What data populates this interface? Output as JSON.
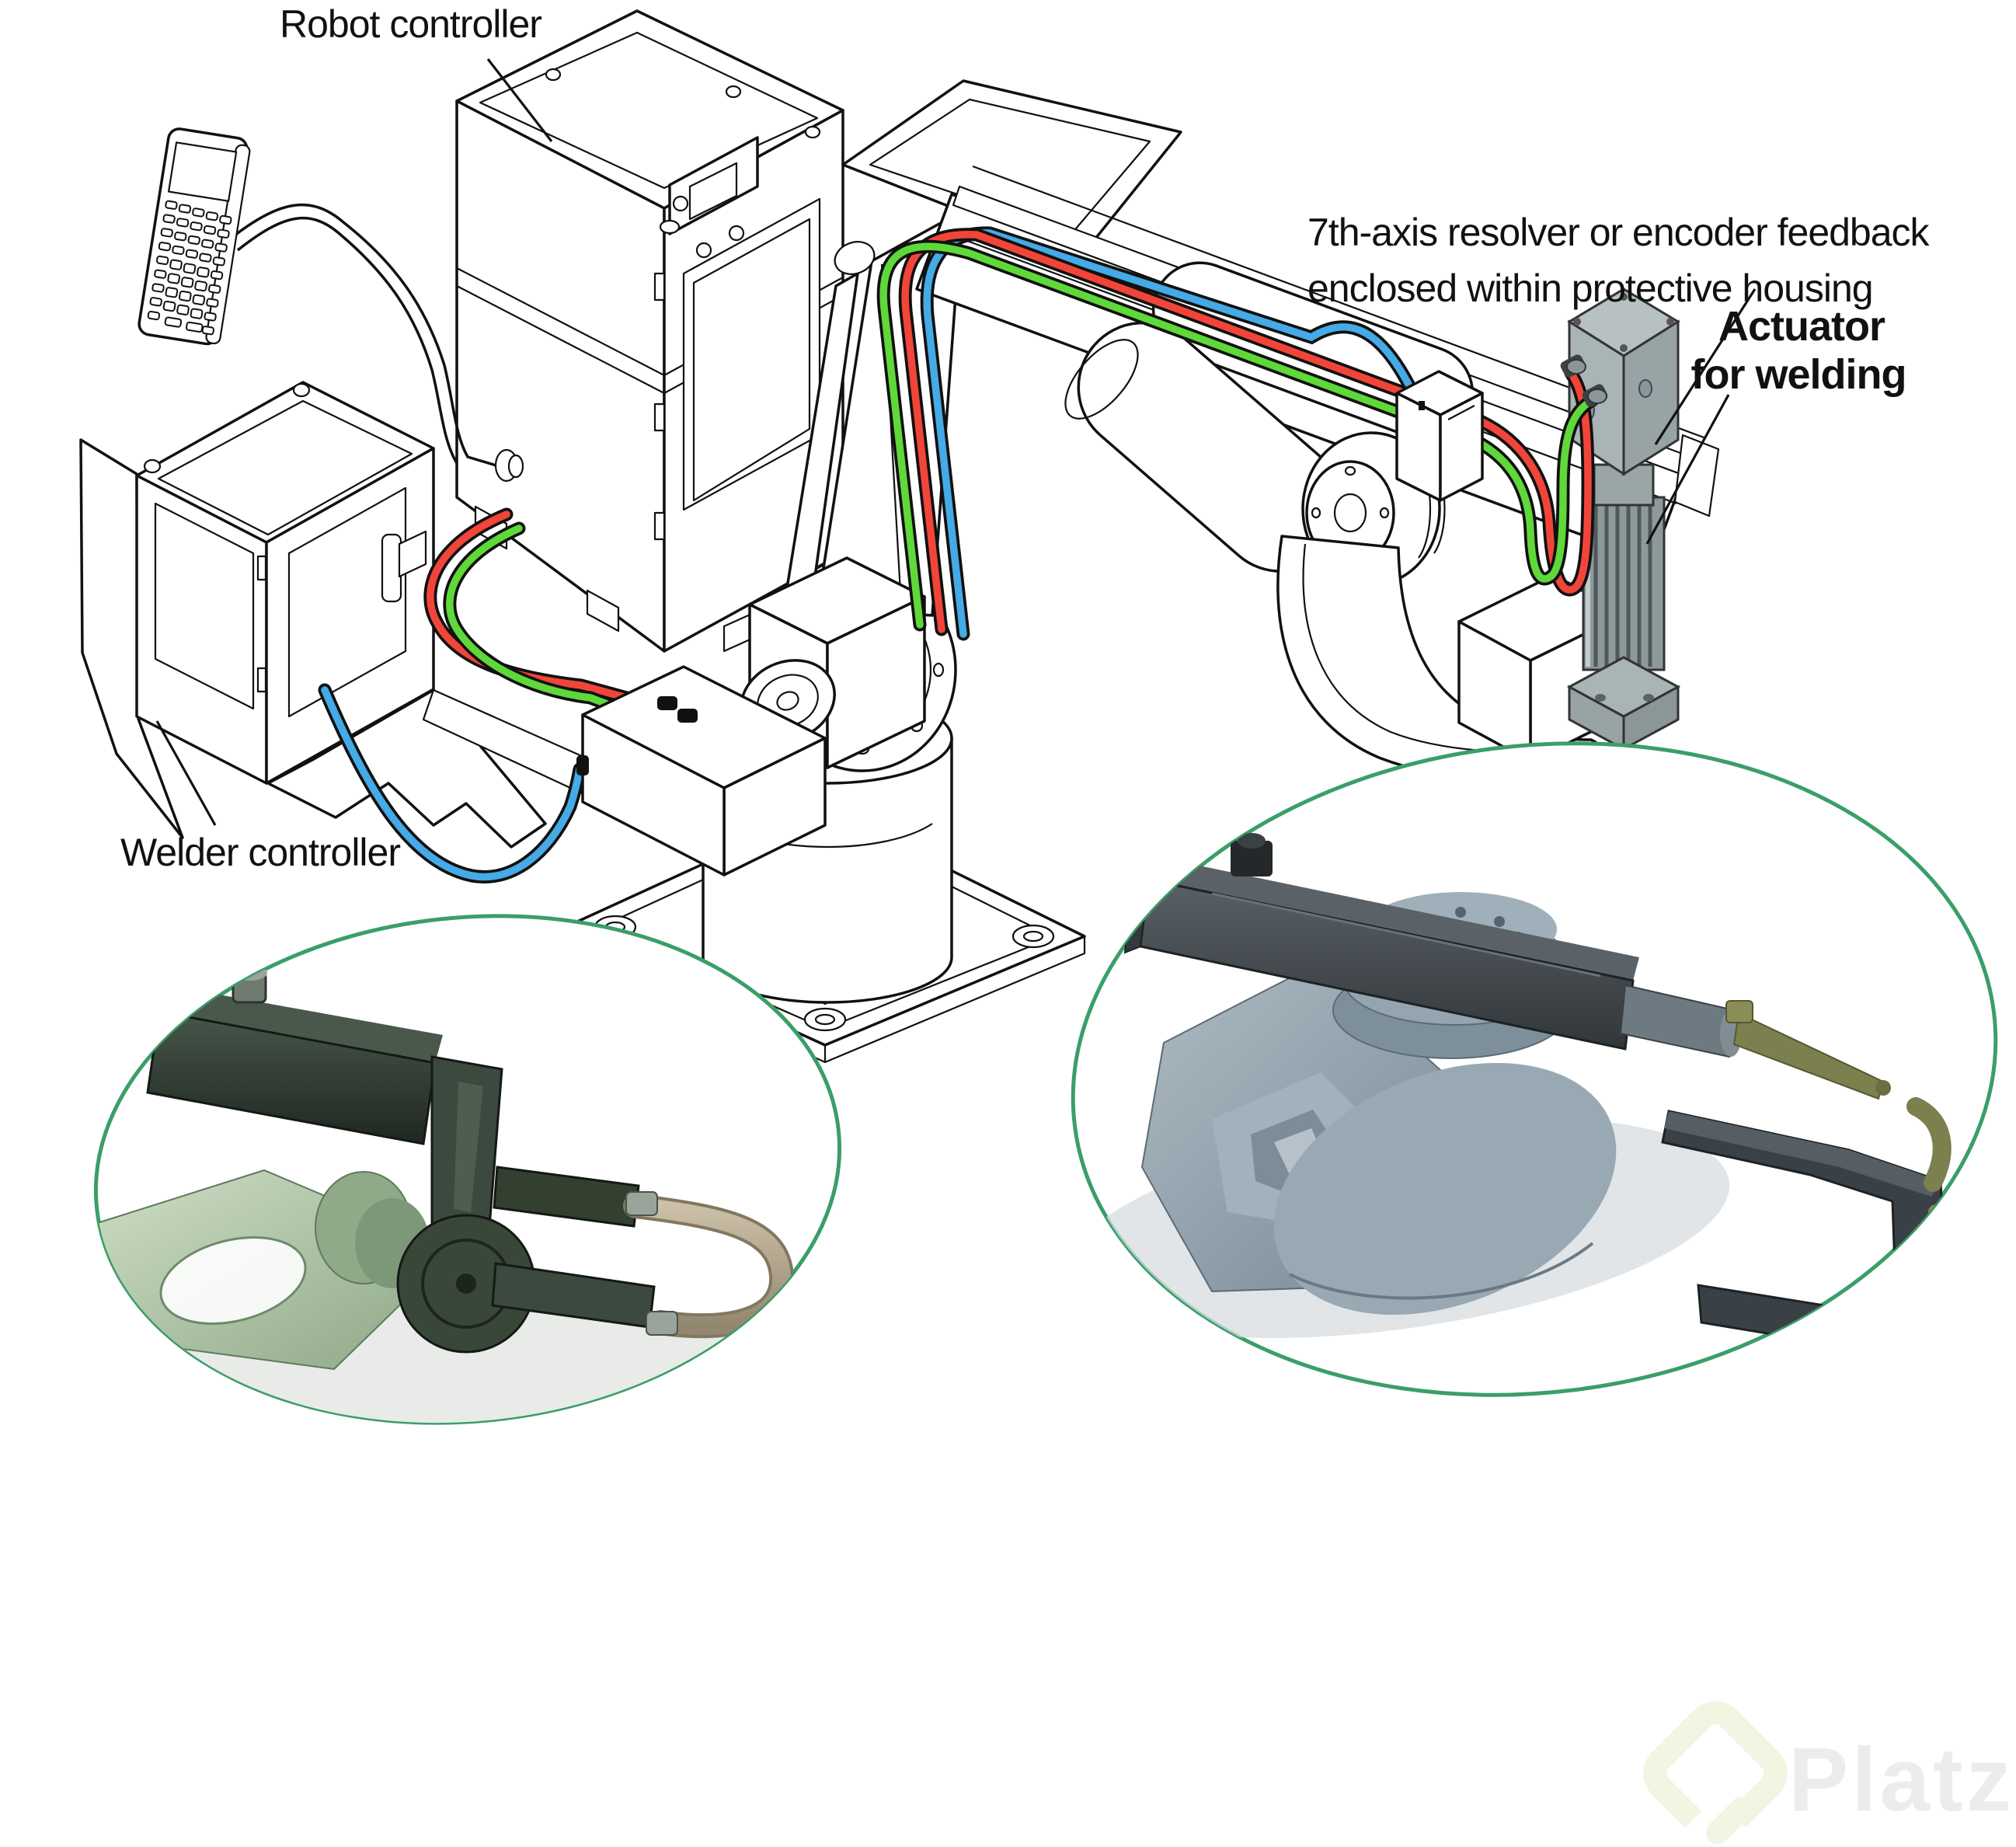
{
  "labels": {
    "robot_controller": "Robot controller",
    "resolver_note_line1": "7th-axis resolver or encoder feedback",
    "resolver_note_line2": "enclosed within protective housing",
    "actuator_label_line1": "Actuator",
    "actuator_label_line2": "for welding",
    "welder_controller": "Welder controller"
  },
  "watermark": {
    "brand": "Platzi"
  },
  "colors": {
    "line": "#111111",
    "cable_blue": "#45aae6",
    "cable_red": "#f2453a",
    "cable_green": "#5fd83a",
    "cable_casing": "#111111",
    "actuator_gray": "#a9b4b6",
    "actuator_gray_dark": "#97a3a5",
    "actuator_gray_light": "#b7c1c3",
    "inset_ring_green": "#3a9e68",
    "gun_body_dark": "#232b24",
    "gun_body_mid": "#46564a",
    "arm_sage_light": "#c6d8bd",
    "arm_sage_dark": "#8fa989",
    "electrode_bronze": "#b3a78f",
    "wrist_steel_light": "#aebbc4",
    "wrist_steel_dark": "#768793",
    "rail_dark": "#474f54",
    "rail_darker": "#2e3437",
    "olive": "#7c7f4e",
    "watermark_text": "#ececec",
    "watermark_mark": "#f1f6e3"
  }
}
